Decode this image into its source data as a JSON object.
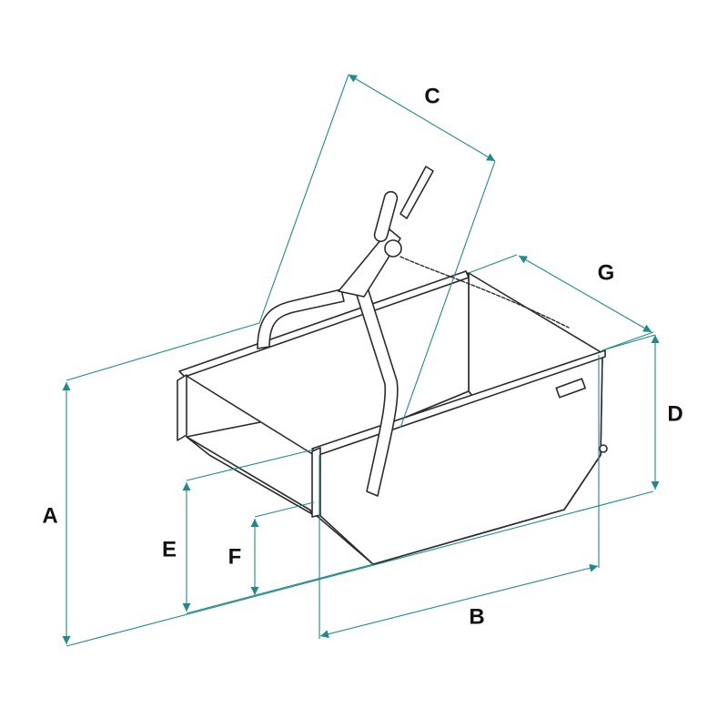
{
  "colors": {
    "dimension": "#1f8a8a",
    "outline": "#2b2b2b",
    "background": "#ffffff"
  },
  "labels": {
    "A": "A",
    "B": "B",
    "C": "C",
    "D": "D",
    "E": "E",
    "F": "F",
    "G": "G"
  }
}
